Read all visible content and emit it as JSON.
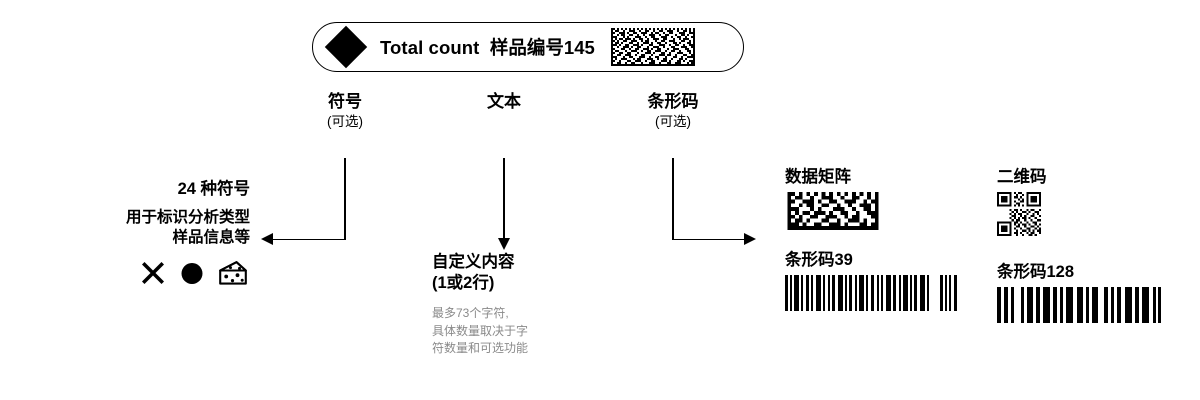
{
  "label": {
    "symbol_icon": "diamond-icon",
    "text_en": "Total count",
    "text_cn": "样品编号145",
    "matrix_icon": "data-matrix-code"
  },
  "callouts": [
    {
      "title": "符号",
      "sub": "(可选)"
    },
    {
      "title": "文本",
      "sub": ""
    },
    {
      "title": "条形码",
      "sub": "(可选)"
    }
  ],
  "symbols_block": {
    "count_label": "24 种符号",
    "description_line1": "用于标识分析类型",
    "description_line2": "样品信息等",
    "glyphs": [
      "cross-x-icon",
      "filled-circle-icon",
      "cheese-wedge-icon"
    ]
  },
  "text_block": {
    "title_line1": "自定义内容",
    "title_line2": "(1或2行)",
    "note_line1": "最多73个字符,",
    "note_line2": "具体数量取决于字",
    "note_line3": "符数量和可选功能"
  },
  "code_columns": [
    {
      "primary_title": "数据矩阵",
      "primary_icon": "data-matrix-code",
      "secondary_title": "条形码39",
      "secondary_icon": "code39-barcode"
    },
    {
      "primary_title": "二维码",
      "primary_icon": "qr-code",
      "secondary_title": "条形码128",
      "secondary_icon": "code128-barcode"
    }
  ],
  "colors": {
    "ink": "#000000",
    "background": "#ffffff",
    "note_gray": "#8a8a8a"
  }
}
